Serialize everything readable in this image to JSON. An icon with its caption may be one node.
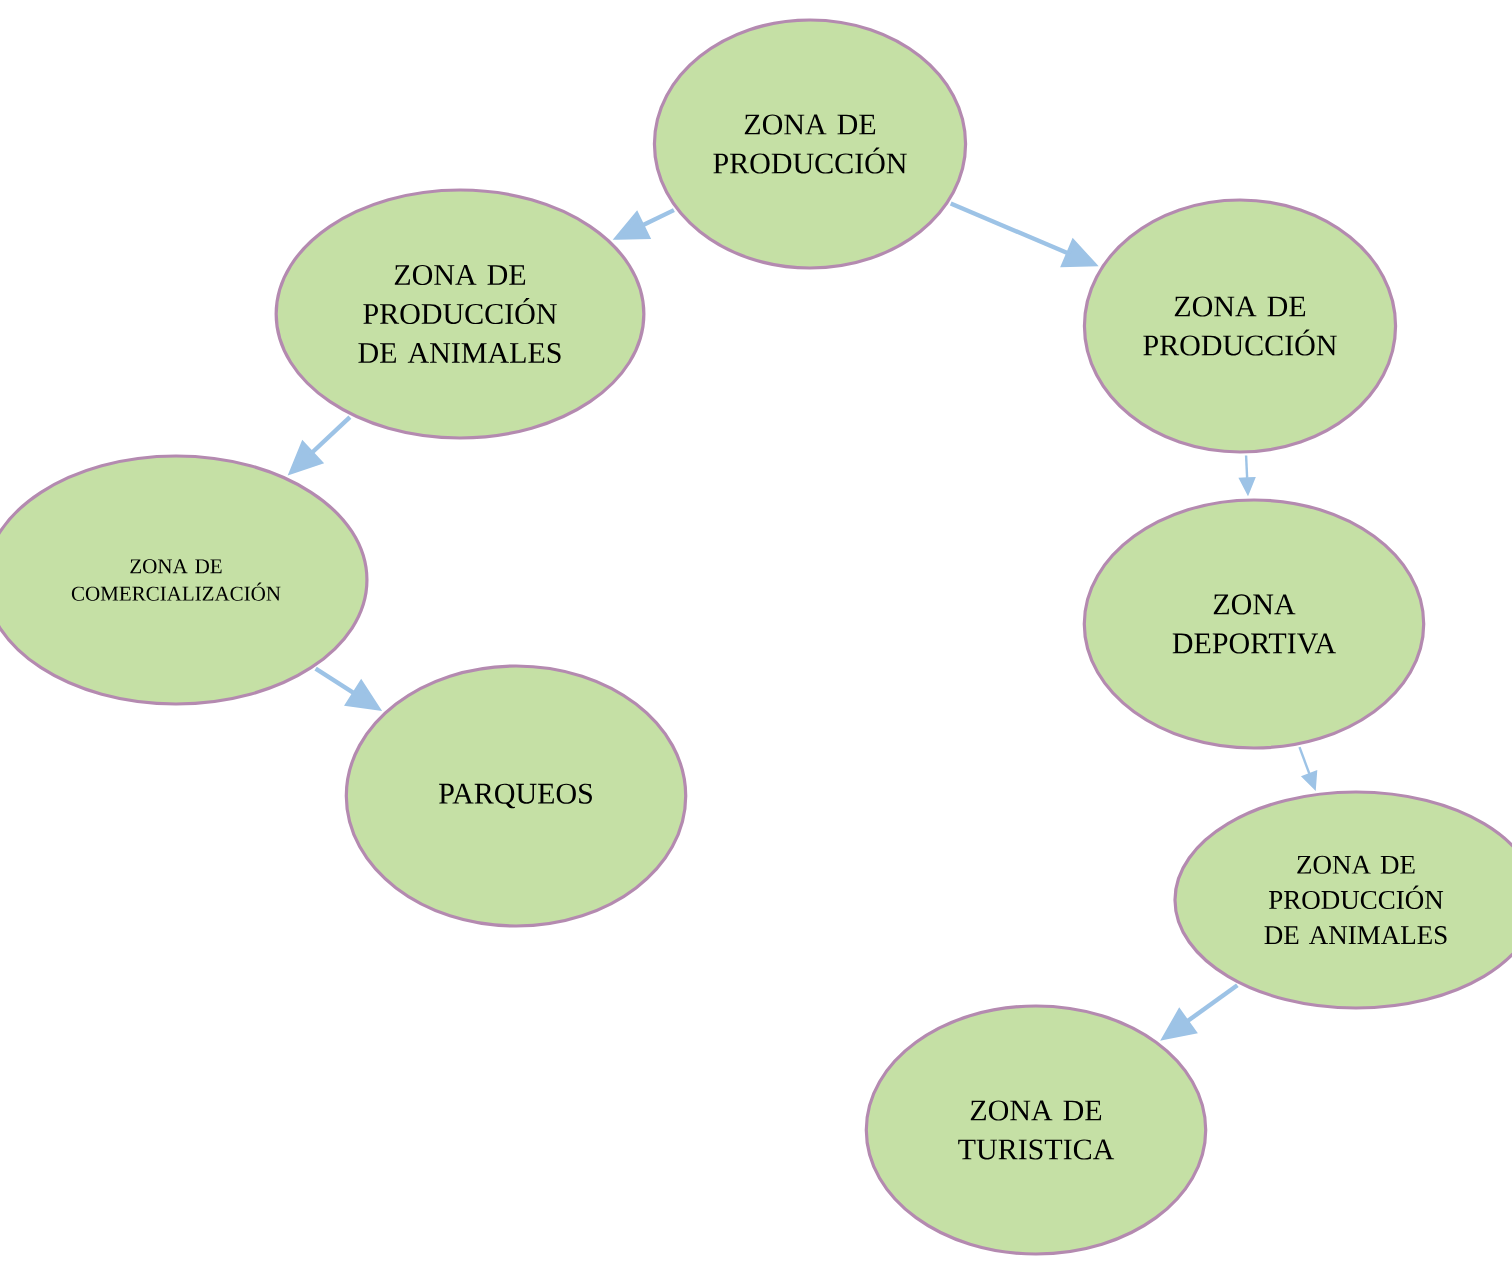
{
  "diagram": {
    "nodes": [
      {
        "text": [
          "ZONA DE PRODUCCIÓN"
        ]
      },
      {
        "text": [
          "ZONA DE PRODUCCIÓN DE ANIMALES"
        ]
      },
      {
        "text": [
          "ZONA DE COMERCIALIZACIÓN"
        ]
      },
      {
        "text": [
          "PARQUEOS"
        ]
      },
      {
        "text": [
          "ZONA DE PRODUCCIÓN"
        ]
      },
      {
        "text": [
          "ZONA DEPORTIVA"
        ]
      },
      {
        "text": [
          "ZONA DE PRODUCCIÓN DE ANIMALES"
        ]
      },
      {
        "text": [
          "ZONA DE TURISTICA"
        ]
      }
    ],
    "edges": [
      {
        "from": 0,
        "to": 1,
        "arrow": "to"
      },
      {
        "from": 1,
        "to": 2,
        "arrow": "to"
      },
      {
        "from": 2,
        "to": 3,
        "arrow": "to"
      },
      {
        "from": 0,
        "to": 4,
        "arrow": "to"
      },
      {
        "from": 4,
        "to": 5,
        "arrow": "to"
      },
      {
        "from": 5,
        "to": 6,
        "arrow": "to"
      },
      {
        "from": 6,
        "to": 7,
        "arrow": "to"
      }
    ]
  }
}
